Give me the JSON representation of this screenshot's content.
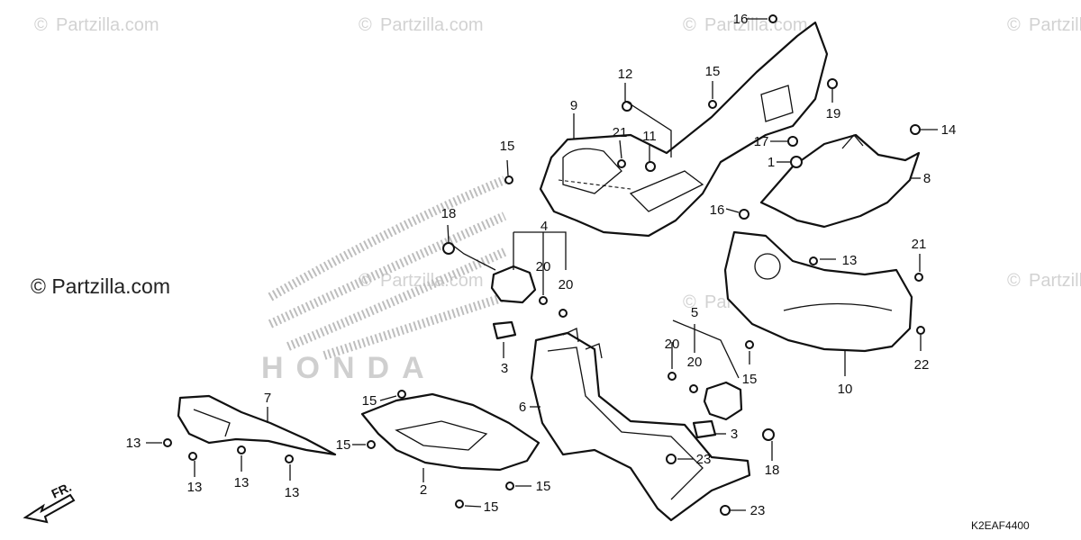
{
  "watermarks": {
    "copyright": "©",
    "brand": "Partzilla.com",
    "main_label": "© Partzilla.com"
  },
  "diagram_code": "K2EAF4400",
  "direction_label": "FR.",
  "brand_mark_text": "HONDA",
  "colors": {
    "ink": "#111111",
    "watermark": "#d2d2d2",
    "logo_pattern": "#bdbdbd"
  },
  "callouts": [
    "16",
    "15",
    "12",
    "9",
    "19",
    "14",
    "21",
    "11",
    "17",
    "1",
    "8",
    "15",
    "18",
    "16",
    "4",
    "20",
    "20",
    "13",
    "21",
    "3",
    "5",
    "20",
    "20",
    "15",
    "22",
    "10",
    "7",
    "15",
    "6",
    "3",
    "15",
    "13",
    "18",
    "23",
    "13",
    "13",
    "13",
    "2",
    "15",
    "15",
    "23"
  ]
}
